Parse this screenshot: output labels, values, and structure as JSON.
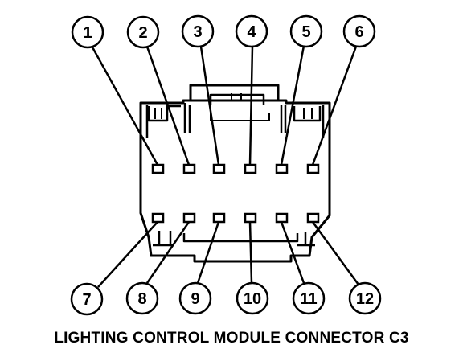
{
  "caption": "LIGHTING CONTROL MODULE CONNECTOR C3",
  "pins_top": [
    "1",
    "2",
    "3",
    "4",
    "5",
    "6"
  ],
  "pins_bottom": [
    "7",
    "8",
    "9",
    "10",
    "11",
    "12"
  ]
}
